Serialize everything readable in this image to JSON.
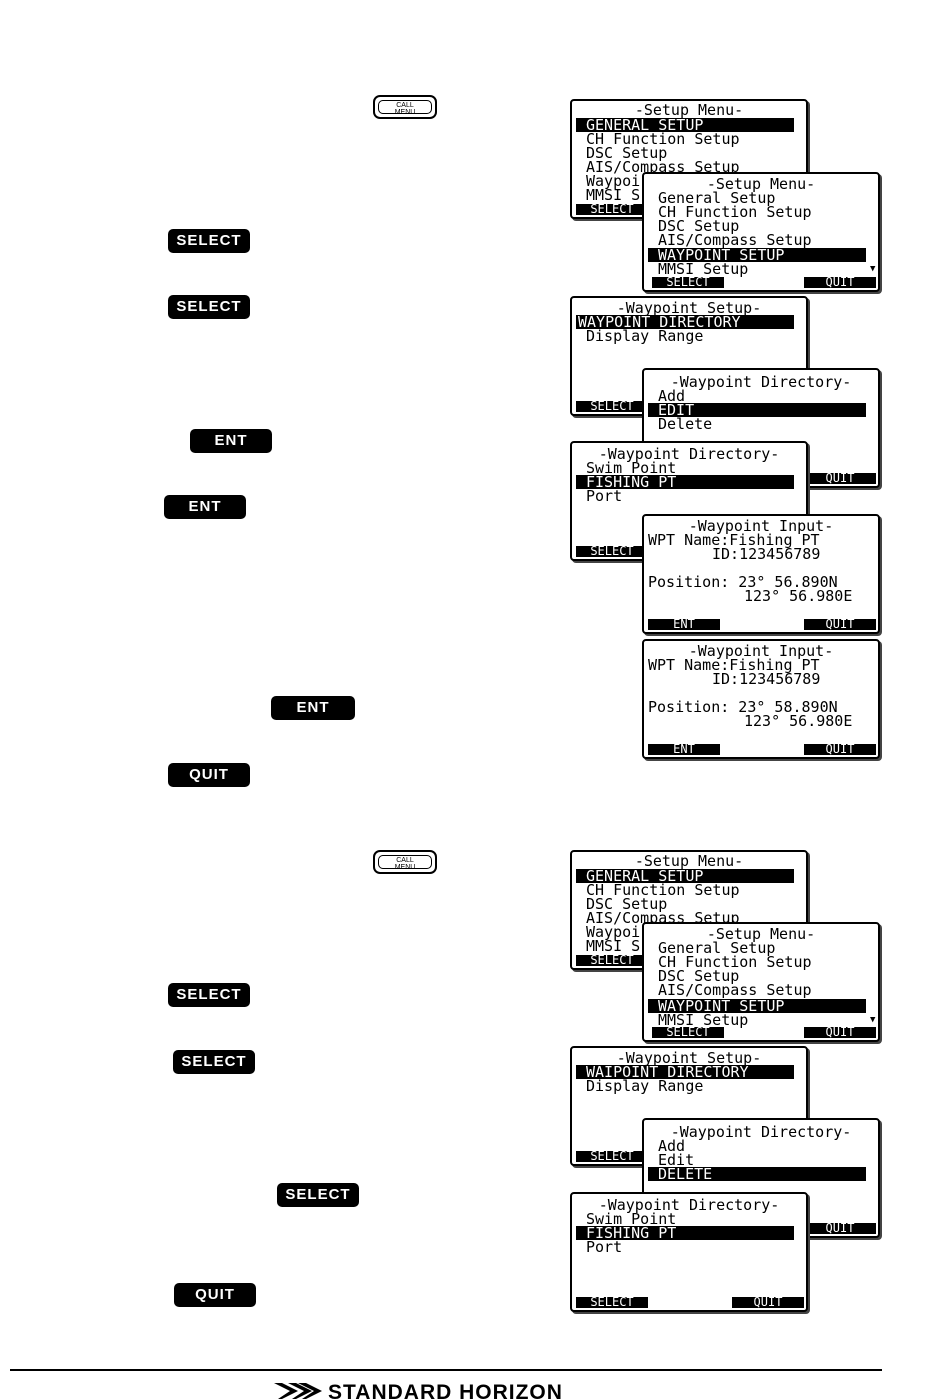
{
  "keys": {
    "call_menu": [
      "CALL",
      "MENU"
    ],
    "select": "SELECT",
    "ent": "ENT",
    "quit": "QUIT"
  },
  "screens": {
    "s1": {
      "title": "-Setup Menu-",
      "lines": [
        "GENERAL SETUP",
        "CH Function Setup",
        "DSC Setup",
        "AIS/Compass Setup",
        "Waypoi",
        "MMSI S"
      ],
      "softkey_left": "SELECT"
    },
    "s2": {
      "title": "-Setup Menu-",
      "lines": [
        "General Setup",
        "CH Function Setup",
        "DSC Setup",
        "AIS/Compass Setup",
        "WAYPOINT SETUP",
        "MMSI Setup"
      ],
      "softkey_left": "SELECT",
      "softkey_right": "QUIT"
    },
    "s3": {
      "title": "-Waypoint Setup-",
      "lines": [
        "WAYPOINT DIRECTORY",
        "Display Range"
      ],
      "softkey_left": "SELECT"
    },
    "s4": {
      "title": "-Waypoint Directory-",
      "lines": [
        "Add",
        "EDIT",
        "Delete"
      ],
      "softkey_right": "QUIT"
    },
    "s5": {
      "title": "-Waypoint Directory-",
      "lines": [
        "Swim Point",
        "FISHING PT",
        "Port"
      ],
      "softkey_left": "SELECT"
    },
    "s6": {
      "title": "-Waypoint Input-",
      "wpt_name": "WPT Name:Fishing PT",
      "id": "ID:123456789",
      "pos_lat": "Position: 23° 56.890N",
      "pos_lon": "123° 56.980E",
      "softkey_left": "ENT",
      "softkey_right": "QUIT"
    },
    "s7": {
      "title": "-Waypoint Input-",
      "wpt_name": "WPT Name:Fishing PT",
      "id": "ID:123456789",
      "pos_lat": "Position: 23° 58.890N",
      "pos_lon": "123° 56.980E",
      "softkey_left": "ENT",
      "softkey_right": "QUIT"
    },
    "s8": {
      "title": "-Setup Menu-",
      "lines": [
        "GENERAL SETUP",
        "CH Function Setup",
        "DSC Setup",
        "AIS/Compass Setup",
        "Waypoi",
        "MMSI S"
      ],
      "softkey_left": "SELECT"
    },
    "s9": {
      "title": "-Setup Menu-",
      "lines": [
        "General Setup",
        "CH Function Setup",
        "DSC Setup",
        "AIS/Compass Setup",
        "WAYPOINT SETUP",
        "MMSI Setup"
      ],
      "softkey_left": "SELECT",
      "softkey_right": "QUIT"
    },
    "s10": {
      "title": "-Waypoint Setup-",
      "lines": [
        "WAIPOINT DIRECTORY",
        "Display Range"
      ],
      "softkey_left": "SELECT"
    },
    "s11": {
      "title": "-Waypoint Directory-",
      "lines": [
        "Add",
        "Edit",
        "DELETE"
      ],
      "softkey_right": "QUIT"
    },
    "s12": {
      "title": "-Waypoint Directory-",
      "lines": [
        "Swim Point",
        "FISHING PT",
        "Port"
      ],
      "softkey_left": "SELECT",
      "softkey_right": "QUIT"
    }
  },
  "footer": {
    "brand": "STANDARD HORIZON"
  }
}
